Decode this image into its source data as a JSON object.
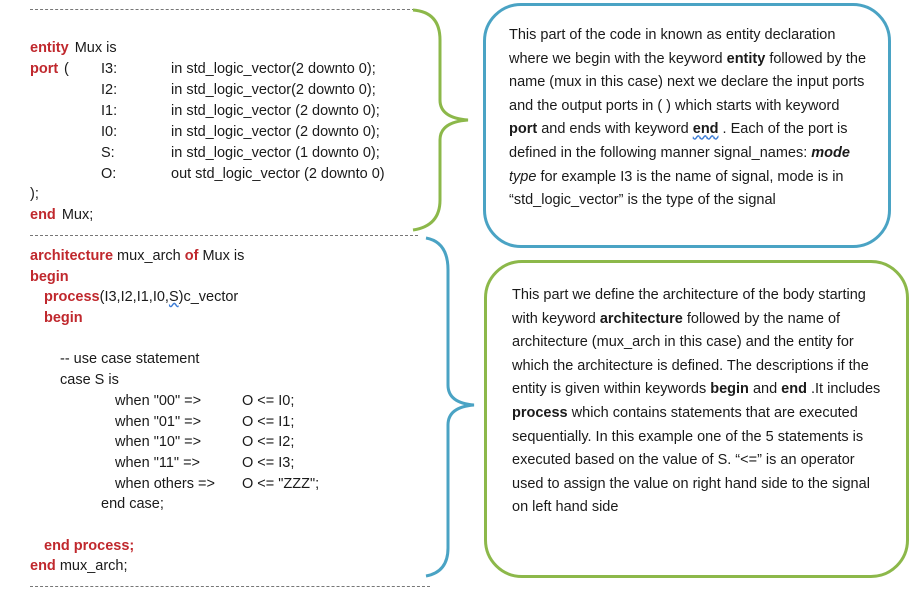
{
  "entity": {
    "kw_entity": "entity",
    "name_is": "Mux is",
    "kw_port": "port",
    "paren_open": "(",
    "ports": [
      {
        "name": "I3:",
        "type": "in std_logic_vector(2 downto 0);"
      },
      {
        "name": "I2:",
        "type": "in std_logic_vector(2 downto 0);"
      },
      {
        "name": "I1:",
        "type": "in std_logic_vector (2 downto 0);"
      },
      {
        "name": "I0:",
        "type": "in std_logic_vector (2 downto 0);"
      },
      {
        "name": "S:",
        "type": "in std_logic_vector (1 downto 0);"
      },
      {
        "name": "O:",
        "type": "out std_logic_vector (2 downto 0)"
      }
    ],
    "close": ");",
    "kw_end": "end",
    "end_name": "Mux;"
  },
  "architecture": {
    "kw_architecture": "architecture",
    "arch_name": "mux_arch",
    "kw_of": "of",
    "entity_is": "Mux is",
    "kw_begin": "begin",
    "kw_process": "process",
    "process_args_a": "(I3,I2,I1,I0,",
    "process_args_b": "S",
    "process_args_c": ")c_vector",
    "kw_begin2": "begin",
    "comment": "-- use case statement",
    "case_line": "case S is",
    "whens": [
      {
        "cond": "when \"00\" =>",
        "assign": "O <= I0;"
      },
      {
        "cond": "when \"01\" =>",
        "assign": "O <= I1;"
      },
      {
        "cond": "when \"10\" =>",
        "assign": "O <= I2;"
      },
      {
        "cond": "when \"11\" =>",
        "assign": "O <= I3;"
      },
      {
        "cond": "when others =>",
        "assign": "O <= \"ZZZ\";"
      }
    ],
    "end_case": "end case;",
    "end_process": "end process;",
    "kw_end": "end",
    "end_name": "mux_arch;"
  },
  "callout1": {
    "t1": "This part of the code in known as entity declaration where we begin with the keyword ",
    "b1": "entity",
    "t2": " followed by the name (mux in this case) next we declare the input ports and the output ports in ( ) which starts with keyword ",
    "b2": "port",
    "t3": " and ends with keyword ",
    "b3": "end",
    "t4": " . Each of the port is defined in the following manner signal_names: ",
    "b4": "mode",
    "t5": " ",
    "b5": "type",
    "t6": " for example I3 is the name of signal, mode is in  “std_logic_vector” is the type of the signal"
  },
  "callout2": {
    "t1": "This part we define the architecture of the body starting with keyword ",
    "b1": "architecture",
    "t2": " followed by the name of architecture (mux_arch in this case) and the entity for which the architecture is defined. The descriptions if the entity is given within keywords ",
    "b2": "begin",
    "t3": " and ",
    "b3": "end",
    "t4": " .It includes ",
    "b4": "process",
    "t5": " which contains statements that are executed sequentially. In this example one of the 5 statements is executed based on the value of S. “<=” is an operator used to assign the value on right hand side to the signal on left hand side"
  },
  "colors": {
    "keyword": "#c0282d",
    "bracket_green": "#8cb84a",
    "bracket_blue": "#4aa3c4",
    "callout1_border": "#4aa3c4",
    "callout2_border": "#8cb84a"
  }
}
